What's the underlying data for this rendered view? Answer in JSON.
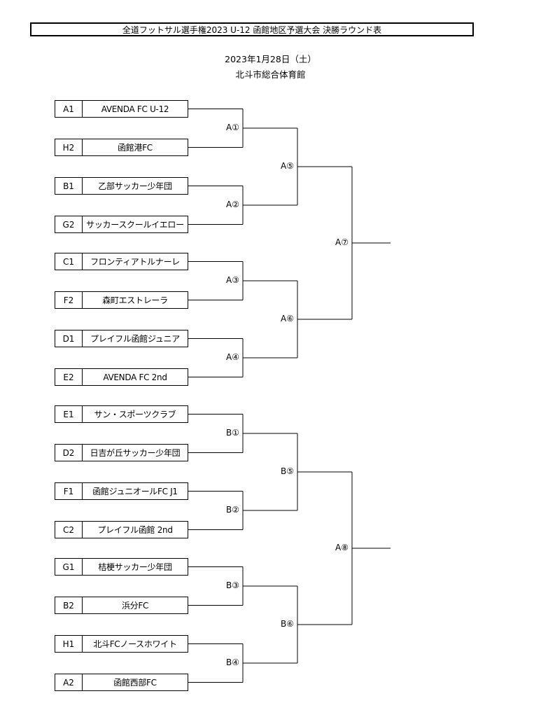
{
  "title": "全道フットサル選手権2023  U-12  函館地区予選大会  決勝ラウンド表",
  "date": "2023年1月28日（土）",
  "venue": "北斗市総合体育館",
  "teams": [
    {
      "code": "A1",
      "name": "AVENDA  FC  U-12"
    },
    {
      "code": "H2",
      "name": "函館港FC"
    },
    {
      "code": "B1",
      "name": "乙部サッカー少年団"
    },
    {
      "code": "G2",
      "name": "サッカースクールイエロー"
    },
    {
      "code": "C1",
      "name": "フロンティアトルナーレ"
    },
    {
      "code": "F2",
      "name": "森町エストレーラ"
    },
    {
      "code": "D1",
      "name": "プレイフル函館ジュニア"
    },
    {
      "code": "E2",
      "name": "AVENDA  FC  2nd"
    },
    {
      "code": "E1",
      "name": "サン・スポーツクラブ"
    },
    {
      "code": "D2",
      "name": "日吉が丘サッカー少年団"
    },
    {
      "code": "F1",
      "name": "函館ジュニオールFC  J1"
    },
    {
      "code": "C2",
      "name": "プレイフル函館  2nd"
    },
    {
      "code": "G1",
      "name": "桔梗サッカー少年団"
    },
    {
      "code": "B2",
      "name": "浜分FC"
    },
    {
      "code": "H1",
      "name": "北斗FCノースホワイト"
    },
    {
      "code": "A2",
      "name": "函館西部FC"
    }
  ],
  "matches": {
    "r1": [
      "A①",
      "A②",
      "A③",
      "A④",
      "B①",
      "B②",
      "B③",
      "B④"
    ],
    "r2": [
      "A⑤",
      "A⑥",
      "B⑤",
      "B⑥"
    ],
    "r3": [
      "A⑦",
      "A⑧"
    ]
  }
}
